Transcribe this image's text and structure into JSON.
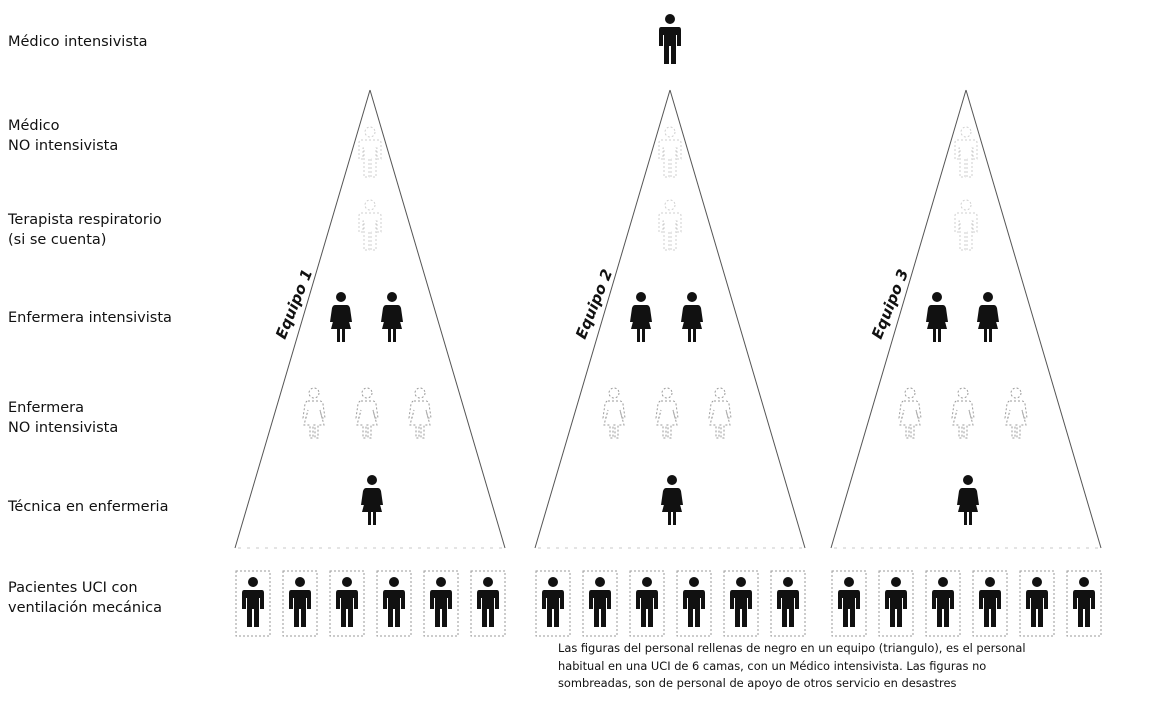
{
  "rows": {
    "medico_intensivista": "Médico intensivista",
    "medico_no_intensivista": [
      "Médico",
      "NO intensivista"
    ],
    "terapista": [
      "Terapista respiratorio",
      "(si se cuenta)"
    ],
    "enfermera_intensivista": "Enfermera intensivista",
    "enfermera_no_intensivista": [
      "Enfermera",
      "NO intensivista"
    ],
    "tecnica": "Técnica en enfermeria",
    "pacientes": [
      "Pacientes UCI con",
      "ventilación mecánica"
    ]
  },
  "teams": [
    {
      "label": "Equipo 1"
    },
    {
      "label": "Equipo 2"
    },
    {
      "label": "Equipo 3"
    }
  ],
  "staffing_per_team": {
    "enfermera_intensivista": 2,
    "enfermera_no_intensivista": 3,
    "tecnica": 1,
    "pacientes": 6
  },
  "caption": [
    "Las figuras del personal rellenas de negro en un equipo (triangulo), es el personal",
    "habitual en una UCI de 6 camas, con un Médico intensivista. Las figuras no",
    "sombreadas, son de personal de apoyo de otros servicio en desastres"
  ],
  "colors": {
    "filled": "#111111",
    "outline": "#9a9a9a",
    "line": "#555555"
  }
}
